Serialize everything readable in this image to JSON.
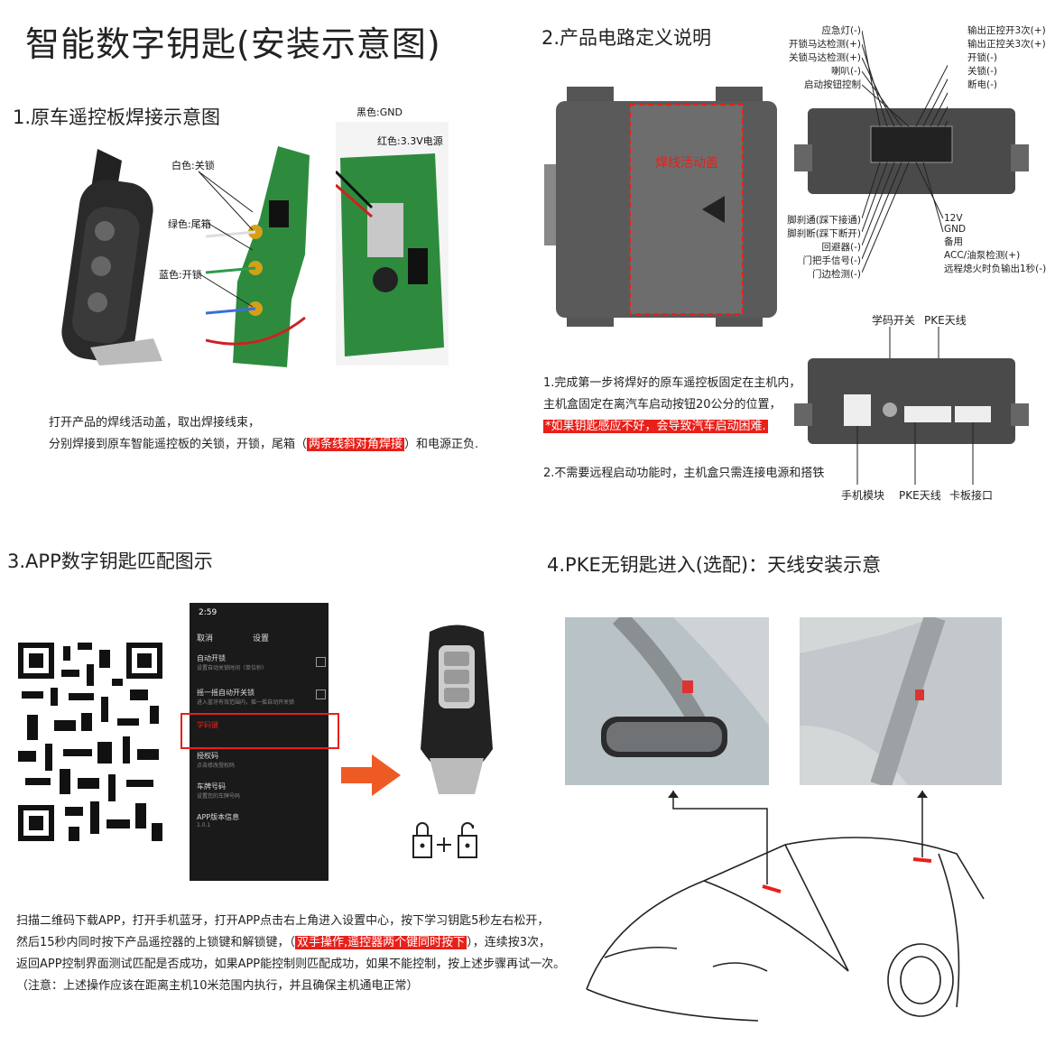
{
  "title": "智能数字钥匙(安装示意图)",
  "section1": {
    "heading": "1.原车遥控板焊接示意图",
    "wires_left": {
      "white": "白色:关锁",
      "green": "绿色:尾箱",
      "blue": "蓝色:开锁"
    },
    "wires_right": {
      "black": "黑色:GND",
      "red": "红色:3.3V电源"
    },
    "desc_line1": "打开产品的焊线活动盖，取出焊接线束，",
    "desc_line2_pre": "分别焊接到原车智能遥控板的关锁，开锁，尾箱（",
    "desc_line2_hl": "两条线斜对角焊接",
    "desc_line2_post": "）和电源正负."
  },
  "section2": {
    "heading": "2.产品电路定义说明",
    "cover_label": "焊线活动盖",
    "pins_top_left": [
      "应急灯(-)",
      "开锁马达检测(+)",
      "关锁马达检测(+)",
      "喇叭(-)",
      "启动按钮控制"
    ],
    "pins_top_right": [
      "输出正控开3次(+)",
      "输出正控关3次(+)",
      "开锁(-)",
      "关锁(-)",
      "断电(-)"
    ],
    "pins_bottom_left": [
      "脚刹通(踩下接通)",
      "脚刹断(踩下断开)",
      "回避器(-)",
      "门把手信号(-)",
      "门边检测(-)"
    ],
    "pins_bottom_right": [
      "12V",
      "GND",
      "备用",
      "ACC/油泵检测(+)",
      "远程熄火时负输出1秒(-)"
    ],
    "port_top_labels": [
      "学码开关",
      "PKE天线"
    ],
    "port_bottom_labels": [
      "手机模块",
      "PKE天线",
      "卡板接口"
    ],
    "note1_line1": "1.完成第一步将焊好的原车遥控板固定在主机内，",
    "note1_line2": "主机盒固定在离汽车启动按钮20公分的位置，",
    "note1_warning": "*如果钥匙感应不好，会导致汽车启动困难.",
    "note2": "2.不需要远程启动功能时，主机盒只需连接电源和搭铁"
  },
  "section3": {
    "heading": "3.APP数字钥匙匹配图示",
    "phone": {
      "time": "2:59",
      "cancel": "取消",
      "settings": "设置",
      "rows": [
        {
          "title": "自动开锁",
          "sub": "设置自动关锁时间（单位秒）"
        },
        {
          "title": "摇一摇自动开关锁",
          "sub": "进入蓝牙有效范围内，摇一摇自动开关锁"
        },
        {
          "title": "学码键",
          "sub": ""
        },
        {
          "title": "授权码",
          "sub": "点击修改授权码"
        },
        {
          "title": "车牌号码",
          "sub": "设置您的车牌号码"
        },
        {
          "title": "APP版本信息",
          "sub": "1.0.1"
        }
      ]
    },
    "desc_line1": "扫描二维码下载APP，打开手机蓝牙，打开APP点击右上角进入设置中心，按下学习钥匙5秒左右松开，",
    "desc_line2_pre": "然后15秒内同时按下产品遥控器的上锁键和解锁键，（",
    "desc_line2_hl": "双手操作,遥控器两个键同时按下",
    "desc_line2_post": "），连续按3次，",
    "desc_line3": "返回APP控制界面测试匹配是否成功，如果APP能控制则匹配成功，如果不能控制，按上述步骤再试一次。",
    "desc_line4": "（注意：上述操作应该在距离主机10米范围内执行，并且确保主机通电正常）"
  },
  "section4": {
    "heading": "4.PKE无钥匙进入(选配)：天线安装示意"
  },
  "colors": {
    "accent_red": "#e8201a",
    "box_gray": "#4a4a4a",
    "arrow_orange": "#ee5a24"
  }
}
